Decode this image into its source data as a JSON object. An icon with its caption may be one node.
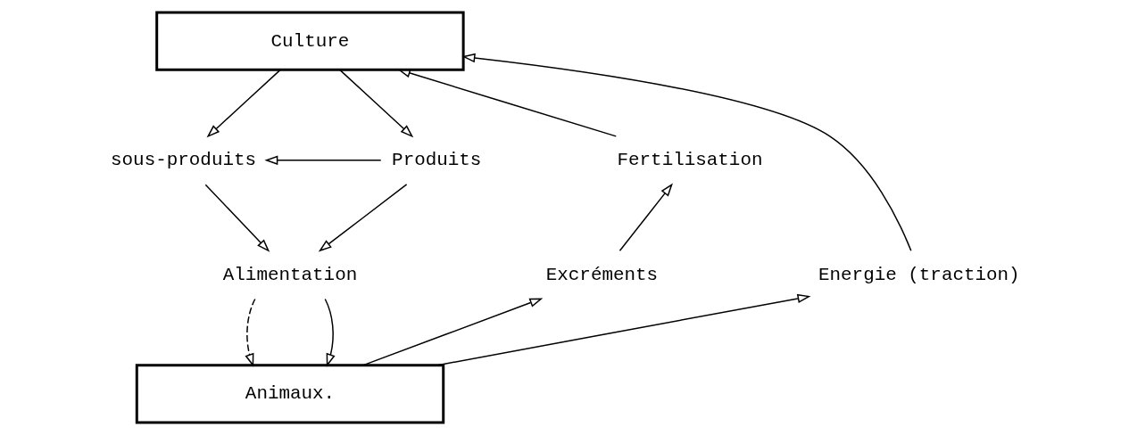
{
  "diagram": {
    "nodes": [
      {
        "text": [
          "Culture"
        ]
      },
      {
        "text": [
          "Fertilisation"
        ]
      },
      {
        "text": [
          "sous-produits"
        ]
      },
      {
        "text": [
          "Produits"
        ]
      },
      {
        "text": [
          "Excréments"
        ]
      },
      {
        "text": [
          "Alimentation"
        ]
      },
      {
        "text": [
          "Energie (traction)"
        ]
      },
      {
        "text": [
          "Animaux."
        ]
      }
    ],
    "edges": [
      {
        "from": 1,
        "to": 0,
        "arrow": "to"
      },
      {
        "from": 0,
        "to": 2,
        "arrow": "to"
      },
      {
        "from": 0,
        "to": 3,
        "arrow": "to"
      },
      {
        "from": 3,
        "to": 2,
        "arrow": "to"
      },
      {
        "from": 3,
        "to": 5,
        "arrow": "to"
      },
      {
        "from": 2,
        "to": 5,
        "arrow": "to"
      },
      {
        "from": 5,
        "to": 7,
        "arrow": "to",
        "style": "dashed"
      },
      {
        "from": 5,
        "to": 7,
        "arrow": "to"
      },
      {
        "from": 4,
        "to": 1,
        "arrow": "to"
      },
      {
        "from": 7,
        "to": 4,
        "arrow": "to"
      },
      {
        "from": 7,
        "to": 6,
        "arrow": "to"
      },
      {
        "from": 6,
        "to": 0,
        "arrow": "to"
      }
    ]
  }
}
